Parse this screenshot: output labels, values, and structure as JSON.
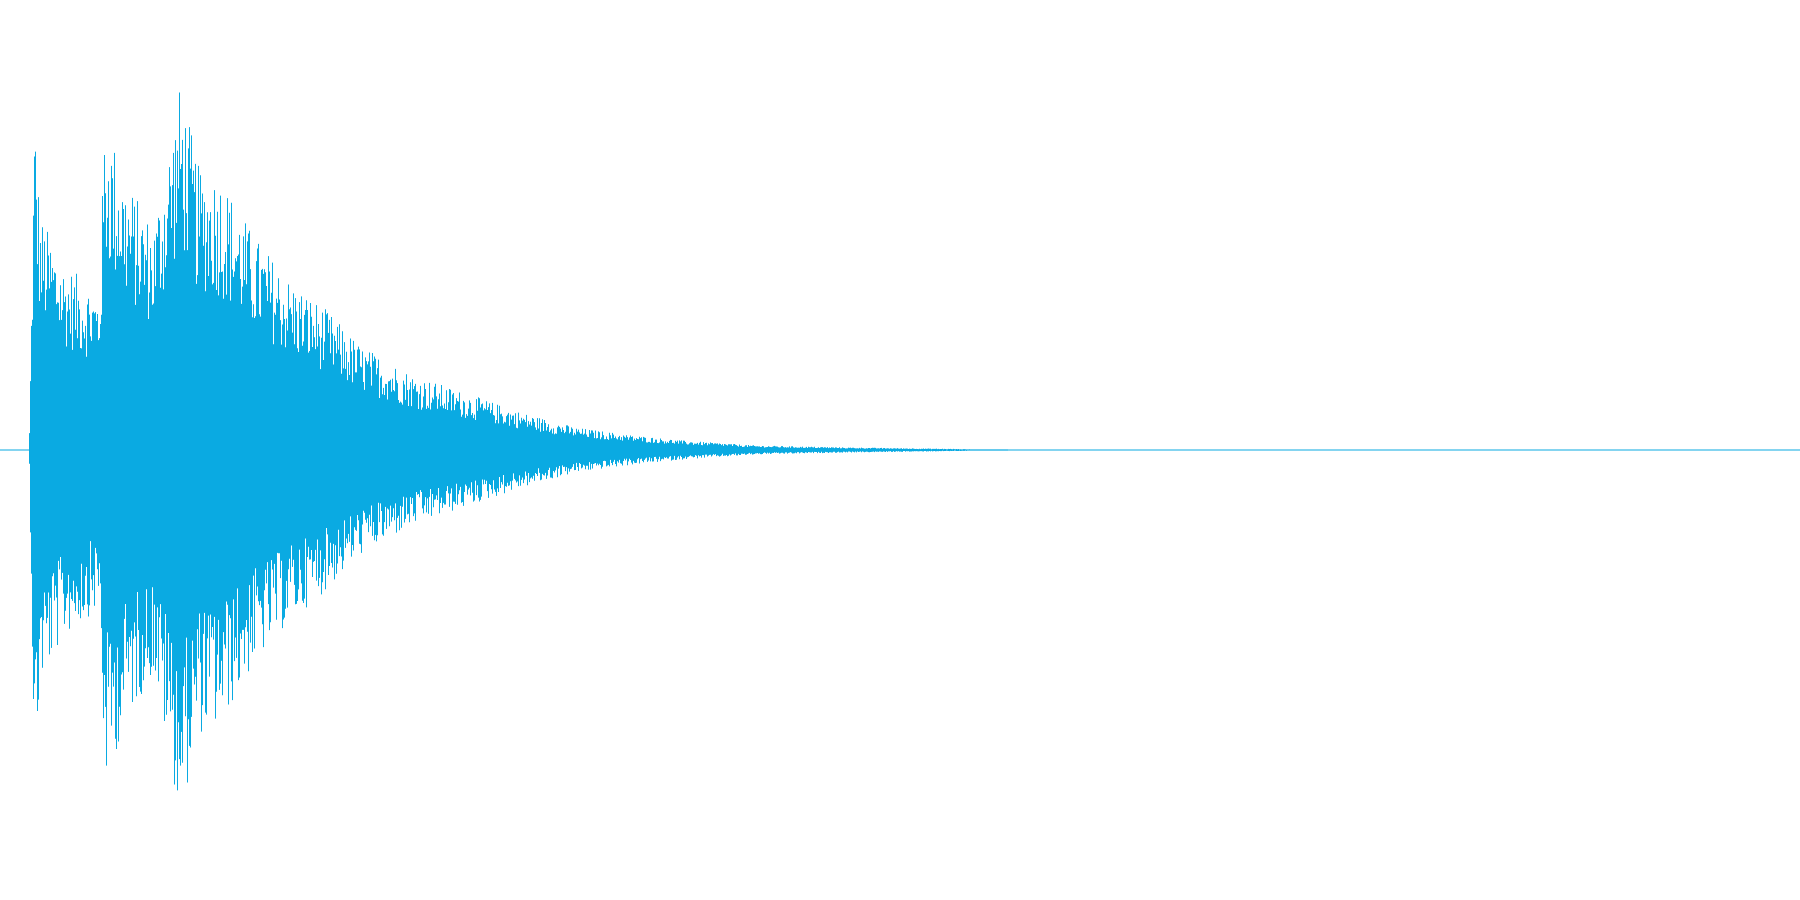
{
  "chart_data": {
    "type": "area",
    "title": "",
    "xlabel": "",
    "ylabel": "",
    "description_of_axes": "",
    "grid": false,
    "legend": "none",
    "ylim": [
      -1,
      1
    ],
    "xlim": [
      0,
      1
    ],
    "series": [
      {
        "values_kind": "amplitude envelope (peak, fraction of full scale) sampled along normalized time",
        "color": "#0aaae2",
        "onset": 0.016,
        "envelope": [
          [
            0.016,
            0.02
          ],
          [
            0.019,
            0.92
          ],
          [
            0.022,
            0.63
          ],
          [
            0.035,
            0.5
          ],
          [
            0.055,
            0.42
          ],
          [
            0.058,
            0.9
          ],
          [
            0.07,
            0.72
          ],
          [
            0.085,
            0.6
          ],
          [
            0.1,
            0.98
          ],
          [
            0.11,
            0.76
          ],
          [
            0.122,
            0.74
          ],
          [
            0.14,
            0.58
          ],
          [
            0.16,
            0.46
          ],
          [
            0.18,
            0.38
          ],
          [
            0.2,
            0.28
          ],
          [
            0.23,
            0.2
          ],
          [
            0.26,
            0.15
          ],
          [
            0.29,
            0.1
          ],
          [
            0.32,
            0.06
          ],
          [
            0.35,
            0.04
          ],
          [
            0.38,
            0.025
          ],
          [
            0.42,
            0.012
          ],
          [
            0.47,
            0.007
          ],
          [
            0.53,
            0.003
          ],
          [
            0.56,
            0.0
          ]
        ]
      }
    ],
    "baseline": 0
  }
}
